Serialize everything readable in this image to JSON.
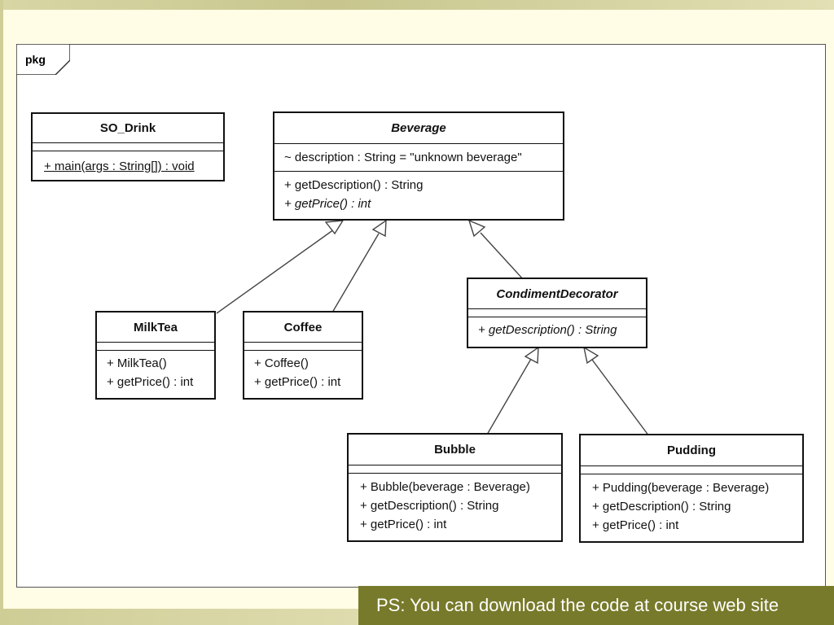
{
  "package": {
    "label": "pkg"
  },
  "classes": {
    "so_drink": {
      "name": "SO_Drink",
      "operations": [
        "+ main(args : String[]) : void"
      ]
    },
    "beverage": {
      "name": "Beverage",
      "attributes": [
        "~ description : String = \"unknown beverage\""
      ],
      "operations": [
        "+ getDescription() : String",
        "+ getPrice() : int"
      ]
    },
    "milktea": {
      "name": "MilkTea",
      "operations": [
        "+ MilkTea()",
        "+ getPrice() : int"
      ]
    },
    "coffee": {
      "name": "Coffee",
      "operations": [
        "+ Coffee()",
        "+ getPrice() : int"
      ]
    },
    "condiment_decorator": {
      "name": "CondimentDecorator",
      "operations": [
        "+ getDescription() : String"
      ]
    },
    "bubble": {
      "name": "Bubble",
      "operations": [
        "+ Bubble(beverage : Beverage)",
        "+ getDescription() : String",
        "+ getPrice() : int"
      ]
    },
    "pudding": {
      "name": "Pudding",
      "operations": [
        "+ Pudding(beverage : Beverage)",
        "+ getDescription() : String",
        "+ getPrice() : int"
      ]
    }
  },
  "footer": {
    "text": "PS: You can download the code at course web site"
  },
  "colors": {
    "footer_bg": "#777a2a",
    "slide_bg": "#fffde6"
  }
}
